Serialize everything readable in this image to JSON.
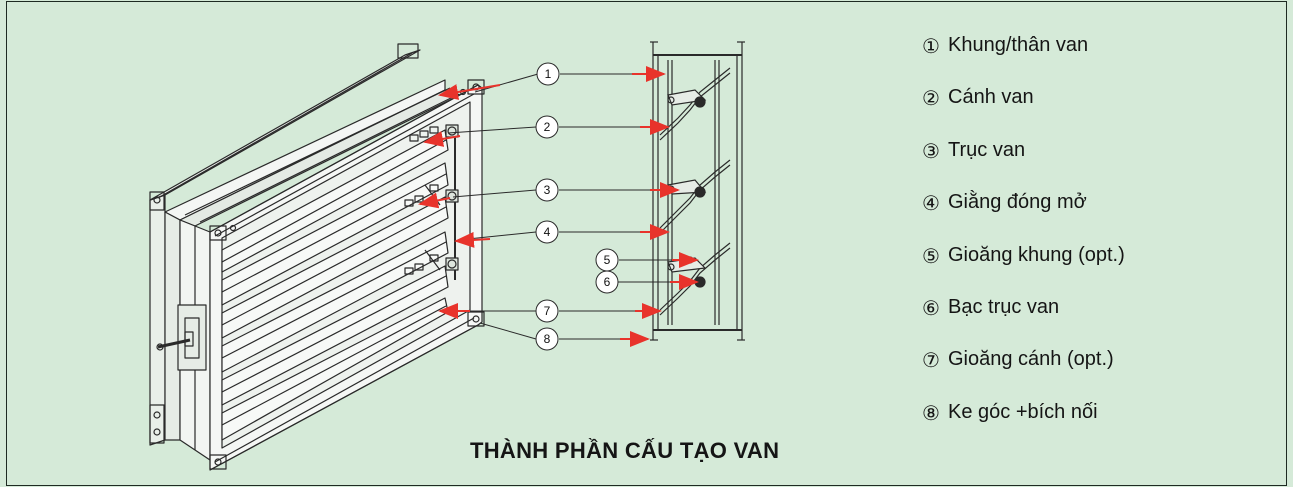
{
  "title": "THÀNH PHẦN CẤU TẠO VAN",
  "legend": [
    {
      "number": "①",
      "label": "Khung/thân van"
    },
    {
      "number": "②",
      "label": "Cánh van"
    },
    {
      "number": "③",
      "label": "Trục van"
    },
    {
      "number": "④",
      "label": "Giằng đóng mở"
    },
    {
      "number": "⑤",
      "label": "Gioăng khung (opt.)"
    },
    {
      "number": "⑥",
      "label": "Bạc trục van"
    },
    {
      "number": "⑦",
      "label": "Gioăng cánh (opt.)"
    },
    {
      "number": "⑧",
      "label": "Ke góc +bích nối"
    }
  ],
  "callouts": [
    "1",
    "2",
    "3",
    "4",
    "5",
    "6",
    "7",
    "8"
  ],
  "colors": {
    "background": "#d5ead8",
    "line": "#2a2a2a",
    "arrow": "#e8332b"
  }
}
